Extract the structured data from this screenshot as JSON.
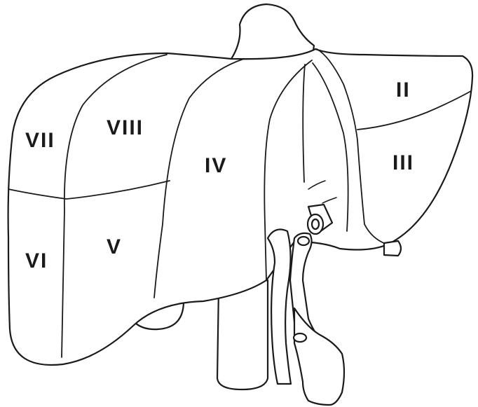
{
  "segments": {
    "ii": "II",
    "iii": "III",
    "iv": "IV",
    "v": "V",
    "vi": "VI",
    "vii": "VII",
    "viii": "VIII"
  },
  "colors": {
    "stroke": "#1a1a1a",
    "fill": "#ffffff"
  }
}
